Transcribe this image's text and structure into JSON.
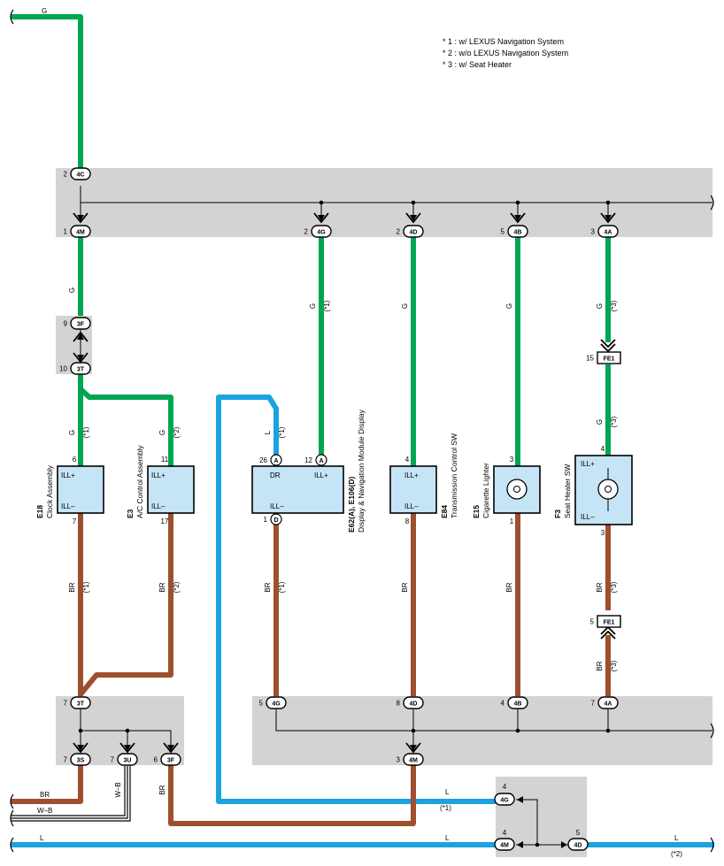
{
  "notes": [
    "* 1 : w/ LEXUS Navigation System",
    "* 2 : w/o LEXUS Navigation System",
    "* 3 : w/ Seat Heater"
  ],
  "colors": {
    "green": "#00a651",
    "brown": "#9e4f2e",
    "blue": "#1aa3e0",
    "gray": "#d3d3d3",
    "component": "#c5e4f5"
  },
  "wire_colors": {
    "g": "G",
    "br": "BR",
    "l": "L",
    "wb": "W–B"
  },
  "variants": {
    "v1": "(*1)",
    "v2": "(*2)",
    "v3": "(*3)"
  },
  "connectors": {
    "c4c": "4C",
    "c4m": "4M",
    "c4g": "4G",
    "c4d": "4D",
    "c4b": "4B",
    "c4a": "4A",
    "c3f": "3F",
    "c3t": "3T",
    "c3s": "3S",
    "c3u": "3U",
    "fe1": "FE1",
    "a": "A",
    "d": "D"
  },
  "pins": {
    "p1": "1",
    "p2": "2",
    "p3": "3",
    "p4": "4",
    "p5": "5",
    "p6": "6",
    "p7": "7",
    "p8": "8",
    "p9": "9",
    "p10": "10",
    "p11": "11",
    "p12": "12",
    "p15": "15",
    "p17": "17",
    "p26": "26"
  },
  "components": {
    "e18": {
      "code": "E18",
      "name": "Clock Assembly",
      "ill_plus": "ILL+",
      "ill_minus": "ILL–"
    },
    "e3": {
      "code": "E3",
      "name": "A/C Control Assembly",
      "ill_plus": "ILL+",
      "ill_minus": "ILL–"
    },
    "e62": {
      "code": "E62(A), E106(D)",
      "name": "Display & Navigation Module Display",
      "dr": "DR",
      "ill_plus": "ILL+",
      "ill_minus": "ILL–"
    },
    "e84": {
      "code": "E84",
      "name": "Transmission Control SW",
      "ill_plus": "ILL+",
      "ill_minus": "ILL–"
    },
    "e15": {
      "code": "E15",
      "name": "Cigarette Lighter"
    },
    "f3": {
      "code": "F3",
      "name": "Seat Heater SW",
      "ill_plus": "ILL+",
      "ill_minus": "ILL–"
    }
  }
}
